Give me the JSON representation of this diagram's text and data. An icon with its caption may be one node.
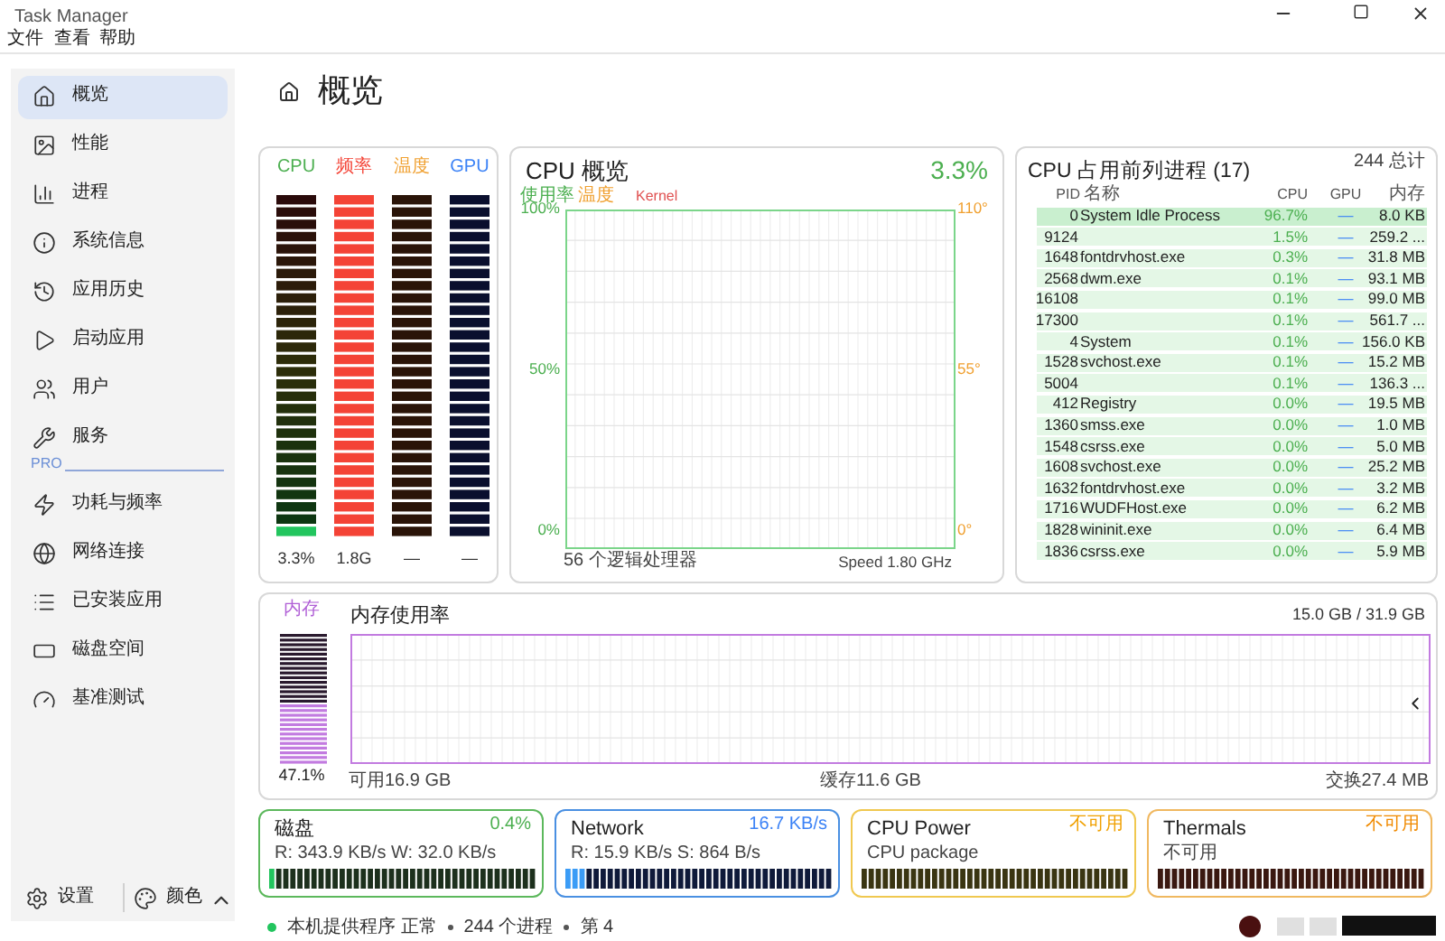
{
  "diagram": {
    "title": "Task Manager",
    "nodes": [
      {
        "text": [],
        "shape": "box"
      },
      {
        "text": [
          "概览"
        ],
        "in": 0
      },
      {
        "text": [
          "性能"
        ],
        "in": 0
      },
      {
        "text": [
          "进程"
        ],
        "in": 0
      },
      {
        "text": [
          "系统信息"
        ],
        "in": 0
      },
      {
        "text": [
          "应用历史"
        ],
        "in": 0
      },
      {
        "text": [
          "启动应用"
        ],
        "in": 0
      },
      {
        "text": [
          "用户"
        ],
        "in": 0
      },
      {
        "text": [
          "服务"
        ],
        "in": 0
      },
      {
        "text": [
          "功耗与频率"
        ],
        "in": 0
      },
      {
        "text": [
          "网络连接"
        ],
        "in": 0
      },
      {
        "text": [
          "已安装应用"
        ],
        "in": 0
      },
      {
        "text": [
          "磁盘空间"
        ],
        "in": 0
      },
      {
        "text": [
          "基准测试"
        ],
        "in": 0
      },
      {
        "text": [
          "设置"
        ],
        "in": 0
      },
      {
        "text": [
          "颜色"
        ],
        "in": 0
      },
      {
        "text": [],
        "shape": "box"
      },
      {
        "text": [
          "CPU",
          "3.3%"
        ],
        "in": 16
      },
      {
        "text": [
          "频率",
          "1.8G"
        ],
        "in": 16
      },
      {
        "text": [
          "温度",
          "—"
        ],
        "in": 16
      },
      {
        "text": [
          "GPU",
          "—"
        ],
        "in": 16
      },
      {
        "text": [
          "CPU 概览",
          "3.3%"
        ]
      },
      {
        "text": [
          "CPU 占用前列进程 (17)",
          "244 总计"
        ]
      },
      {
        "text": [
          "内存使用率",
          "15.0 GB / 31.9 GB"
        ]
      },
      {
        "text": [
          "磁盘",
          "0.4%",
          "R: 343.9 KB/s  W: 32.0 KB/s"
        ]
      },
      {
        "text": [
          "Network",
          "16.7 KB/s",
          "R: 15.9 KB/s  S: 864 B/s"
        ]
      },
      {
        "text": [
          "CPU Power",
          "不可用",
          "CPU package"
        ]
      },
      {
        "text": [
          "Thermals",
          "不可用",
          "不可用"
        ]
      }
    ],
    "labels": [
      "文件",
      "查看",
      "帮助",
      "概览",
      "PRO",
      "使用率",
      "温度",
      "Kernel",
      "100%",
      "50%",
      "0%",
      "110°",
      "55°",
      "0°",
      "56 个逻辑处理器",
      "Speed 1.80 GHz",
      "PID",
      "名称",
      "CPU",
      "GPU",
      "内存",
      "0",
      "System Idle Process",
      "96.7%",
      "—",
      "8.0 KB",
      "9124",
      "1.5%",
      "—",
      "259.2 ...",
      "1648",
      "fontdrvhost.exe",
      "0.3%",
      "—",
      "31.8 MB",
      "2568",
      "dwm.exe",
      "0.1%",
      "—",
      "93.1 MB",
      "16108",
      "0.1%",
      "—",
      "99.0 MB",
      "17300",
      "0.1%",
      "—",
      "561.7 ...",
      "4",
      "System",
      "0.1%",
      "—",
      "156.0 KB",
      "1528",
      "svchost.exe",
      "0.1%",
      "—",
      "15.2 MB",
      "5004",
      "0.1%",
      "—",
      "136.3 ...",
      "412",
      "Registry",
      "0.0%",
      "—",
      "19.5 MB",
      "1360",
      "smss.exe",
      "0.0%",
      "—",
      "1.0 MB",
      "1548",
      "csrss.exe",
      "0.0%",
      "—",
      "5.0 MB",
      "1608",
      "svchost.exe",
      "0.0%",
      "—",
      "25.2 MB",
      "1632",
      "fontdrvhost.exe",
      "0.0%",
      "—",
      "3.2 MB",
      "1716",
      "WUDFHost.exe",
      "0.0%",
      "—",
      "6.2 MB",
      "1828",
      "wininit.exe",
      "0.0%",
      "—",
      "6.4 MB",
      "1836",
      "csrss.exe",
      "0.0%",
      "—",
      "5.9 MB",
      "内存",
      "47.1%",
      "可用16.9 GB",
      "缓存11.6 GB",
      "交换27.4 MB",
      "本机提供程序 正常",
      "244 个进程",
      "第 4"
    ]
  }
}
